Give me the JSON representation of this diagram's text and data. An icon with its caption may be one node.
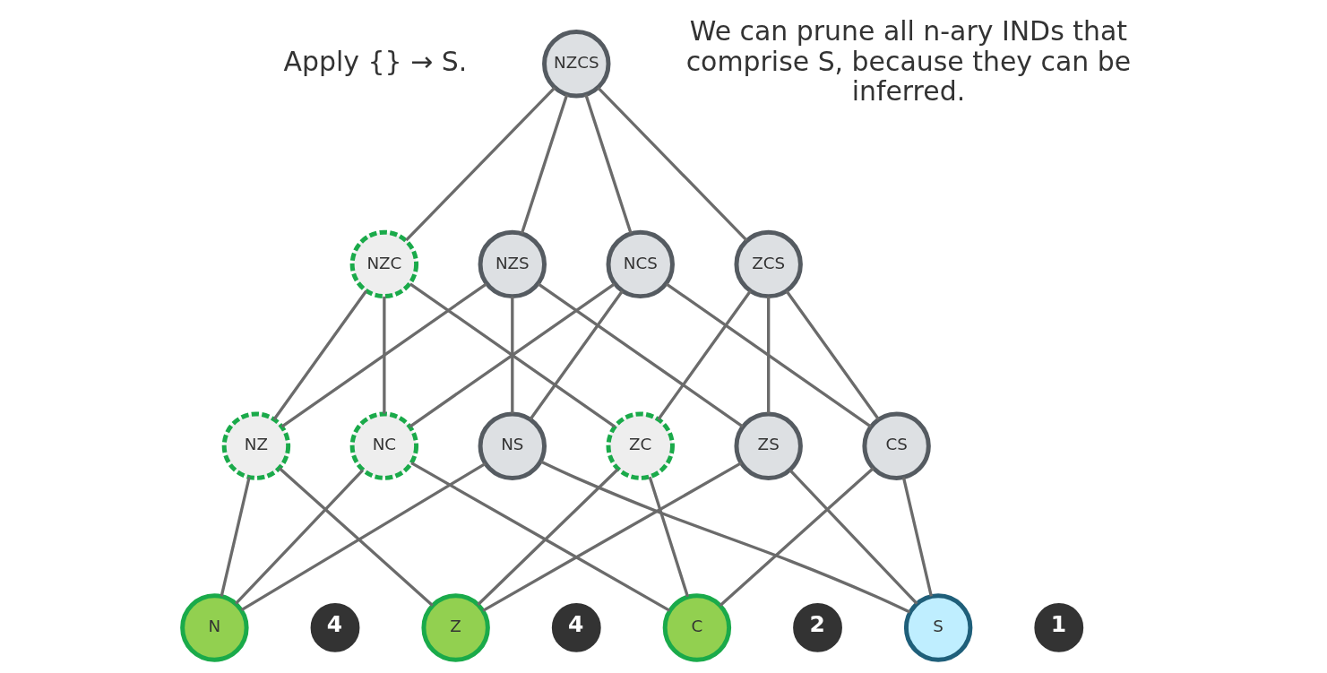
{
  "diagram": {
    "nodes": [
      {
        "text": [
          "NZCS"
        ]
      },
      {
        "text": [
          "NZC"
        ]
      },
      {
        "text": [
          "NZS"
        ]
      },
      {
        "text": [
          "NCS"
        ]
      },
      {
        "text": [
          "ZCS"
        ]
      },
      {
        "text": [
          "NZ"
        ]
      },
      {
        "text": [
          "NC"
        ]
      },
      {
        "text": [
          "NS"
        ]
      },
      {
        "text": [
          "ZC"
        ]
      },
      {
        "text": [
          "ZS"
        ]
      },
      {
        "text": [
          "CS"
        ]
      },
      {
        "text": [
          "N"
        ],
        "beside": [
          "4"
        ]
      },
      {
        "text": [
          "Z"
        ],
        "beside": [
          "4"
        ]
      },
      {
        "text": [
          "C"
        ],
        "beside": [
          "2"
        ]
      },
      {
        "text": [
          "S"
        ],
        "beside": [
          "1"
        ]
      }
    ],
    "edges": [
      {
        "from": 0,
        "to": 1,
        "arrow": "none"
      },
      {
        "from": 0,
        "to": 2,
        "arrow": "none"
      },
      {
        "from": 0,
        "to": 3,
        "arrow": "none"
      },
      {
        "from": 0,
        "to": 4,
        "arrow": "none"
      },
      {
        "from": 1,
        "to": 5,
        "arrow": "none"
      },
      {
        "from": 1,
        "to": 6,
        "arrow": "none"
      },
      {
        "from": 1,
        "to": 8,
        "arrow": "none"
      },
      {
        "from": 2,
        "to": 5,
        "arrow": "none"
      },
      {
        "from": 2,
        "to": 7,
        "arrow": "none"
      },
      {
        "from": 2,
        "to": 9,
        "arrow": "none"
      },
      {
        "from": 3,
        "to": 6,
        "arrow": "none"
      },
      {
        "from": 3,
        "to": 7,
        "arrow": "none"
      },
      {
        "from": 3,
        "to": 10,
        "arrow": "none"
      },
      {
        "from": 4,
        "to": 8,
        "arrow": "none"
      },
      {
        "from": 4,
        "to": 9,
        "arrow": "none"
      },
      {
        "from": 4,
        "to": 10,
        "arrow": "none"
      },
      {
        "from": 5,
        "to": 11,
        "arrow": "none"
      },
      {
        "from": 5,
        "to": 12,
        "arrow": "none"
      },
      {
        "from": 6,
        "to": 11,
        "arrow": "none"
      },
      {
        "from": 6,
        "to": 13,
        "arrow": "none"
      },
      {
        "from": 7,
        "to": 11,
        "arrow": "none"
      },
      {
        "from": 7,
        "to": 14,
        "arrow": "none"
      },
      {
        "from": 8,
        "to": 12,
        "arrow": "none"
      },
      {
        "from": 8,
        "to": 13,
        "arrow": "none"
      },
      {
        "from": 9,
        "to": 12,
        "arrow": "none"
      },
      {
        "from": 9,
        "to": 14,
        "arrow": "none"
      },
      {
        "from": 10,
        "to": 13,
        "arrow": "none"
      },
      {
        "from": 10,
        "to": 14,
        "arrow": "none"
      }
    ],
    "labels": [
      "Apply {} → S.",
      "We can prune all n-ary INDs that comprise S, because they can be inferred."
    ]
  }
}
